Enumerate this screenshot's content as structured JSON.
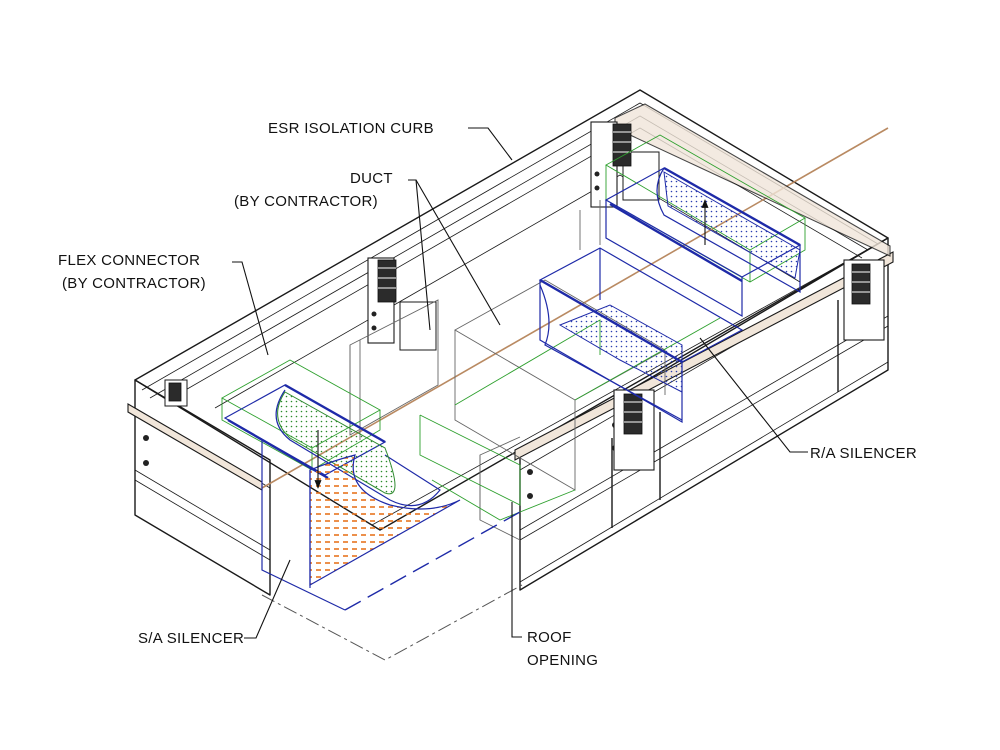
{
  "labels": {
    "curb": "ESR ISOLATION CURB",
    "duct_line1": "DUCT",
    "duct_line2": "(BY CONTRACTOR)",
    "flex_line1": "FLEX CONNECTOR",
    "flex_line2": "(BY CONTRACTOR)",
    "ra_silencer": "R/A SILENCER",
    "sa_silencer": "S/A SILENCER",
    "roof_line1": "ROOF",
    "roof_line2": "OPENING"
  },
  "colors": {
    "frame": "#1a1a1a",
    "duct": "#666666",
    "flex_connector": "#2ea02e",
    "silencer": "#1e2aa8",
    "sa_silencer_fill": "#e8741e",
    "rail_tan": "#b98a62"
  }
}
